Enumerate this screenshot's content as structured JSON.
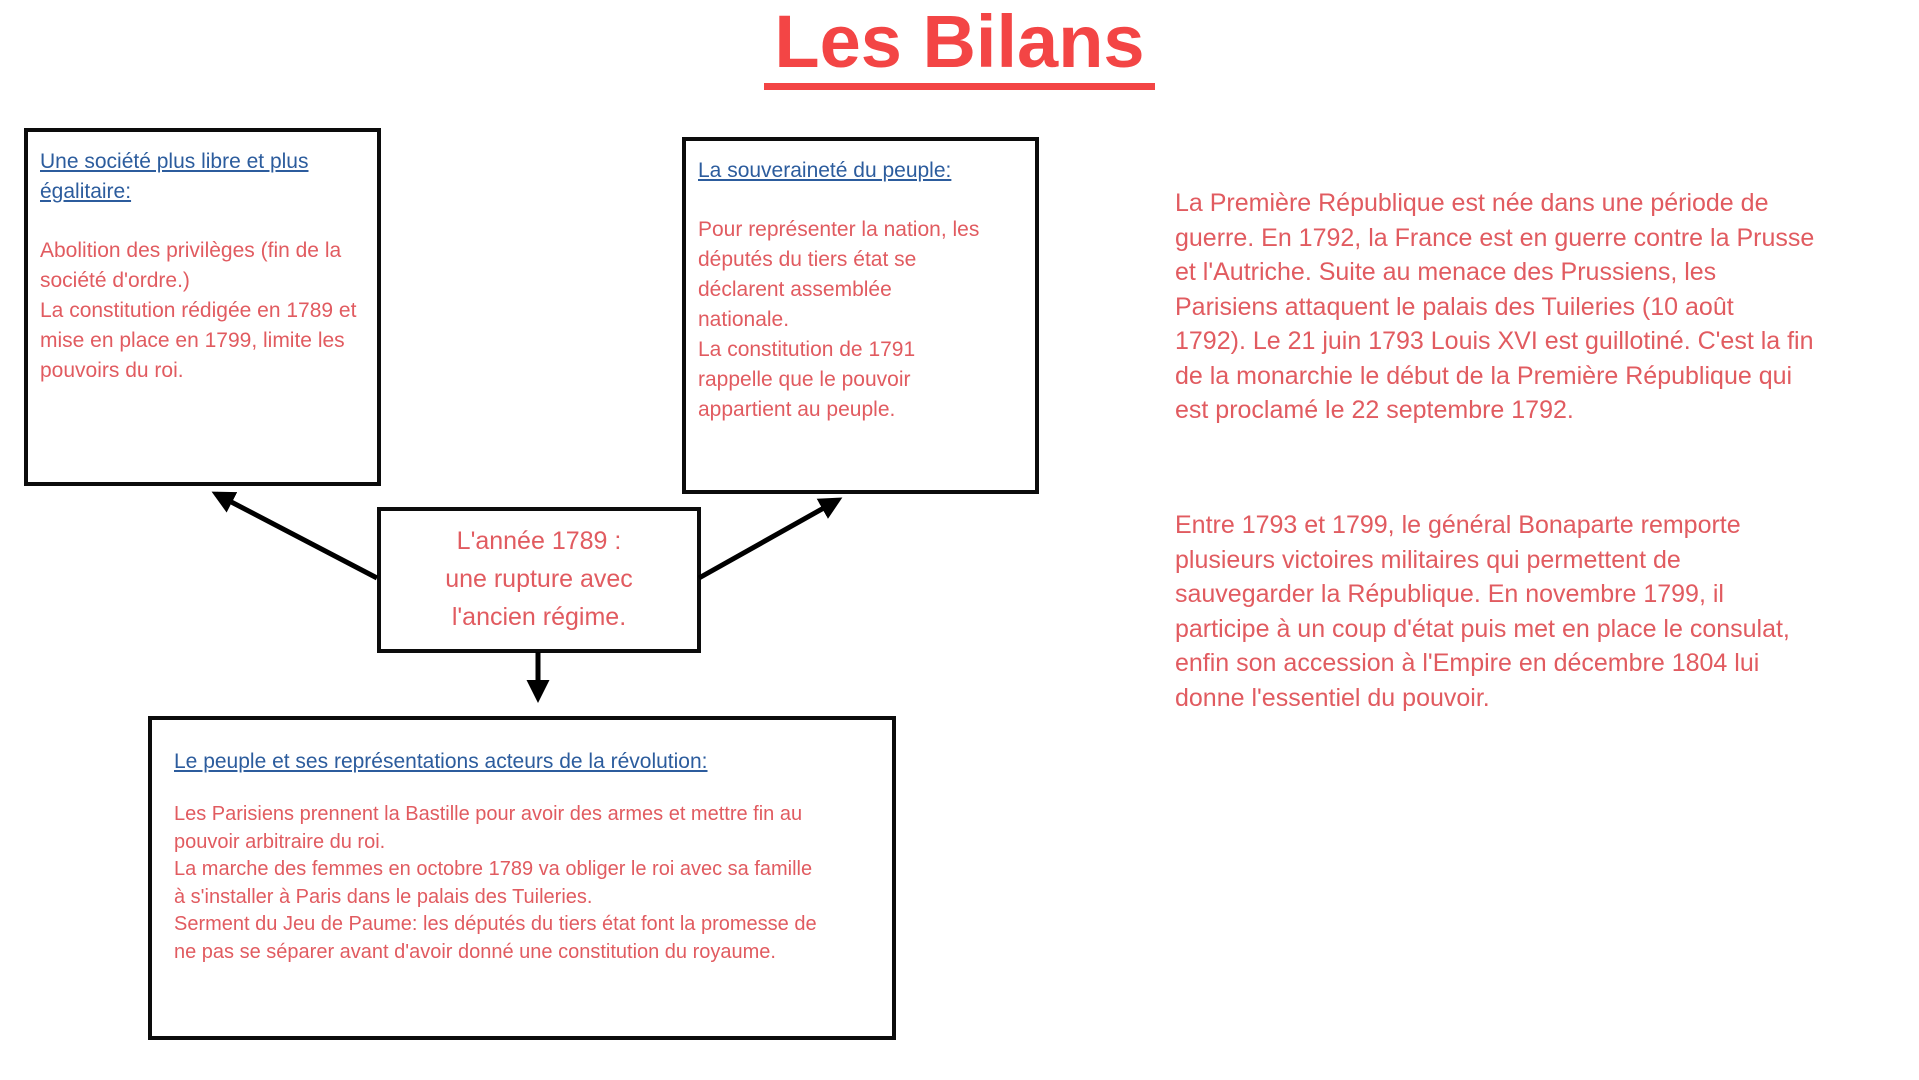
{
  "page": {
    "title": "Les Bilans"
  },
  "colors": {
    "title_red": "#f34545",
    "body_red": "#e15b60",
    "heading_blue": "#2c5c9d",
    "box_border": "#0c0c0c",
    "arrow": "#000000",
    "background": "#ffffff"
  },
  "boxes": {
    "society": {
      "heading": "Une société plus libre et plus\négalitaire:",
      "body": "Abolition des privilèges (fin de la\nsociété d'ordre.)\nLa constitution rédigée en 1789 et\nmise en place en 1799, limite les\npouvoirs du roi."
    },
    "sovereignty": {
      "heading": "La souveraineté du peuple:",
      "body": "Pour représenter la nation, les\ndéputés du tiers état se\ndéclarent assemblée\nnationale.\nLa constitution de 1791\nrappelle que le pouvoir\nappartient au peuple."
    },
    "center": {
      "body": "L'année 1789 :\nune rupture avec\nl'ancien régime."
    },
    "people": {
      "heading": "Le peuple et ses représentations acteurs de la révolution:",
      "body": "Les Parisiens prennent la Bastille pour avoir des armes et mettre fin au\npouvoir arbitraire du roi.\nLa marche des femmes en octobre 1789 va obliger le roi avec sa famille\nà s'installer à Paris dans le palais des Tuileries.\nSerment du Jeu de Paume: les députés du tiers état font la promesse de\nne pas se séparer avant d'avoir donné une constitution du royaume."
    }
  },
  "paragraphs": {
    "republic": "La Première République est née dans une période de\nguerre. En 1792, la France est en guerre contre la Prusse\net l'Autriche. Suite au menace des Prussiens, les\nParisiens attaquent le palais des Tuileries (10 août\n1792). Le 21 juin 1793 Louis XVI est guillotiné. C'est la fin\nde la monarchie le début de la Première République qui\nest proclamé le 22 septembre 1792.",
    "bonaparte": "Entre 1793 et 1799, le général Bonaparte remporte\nplusieurs victoires militaires qui permettent de\nsauvegarder la République. En novembre 1799, il\nparticipe à un coup d'état puis met en place le consulat,\nenfin son accession à l'Empire en décembre 1804 lui\ndonne l'essentiel du pouvoir."
  },
  "connections": [
    {
      "from": "annee-1789",
      "to": "societe-plus-libre"
    },
    {
      "from": "annee-1789",
      "to": "souverainete-du-peuple"
    },
    {
      "from": "annee-1789",
      "to": "peuple-et-representations"
    }
  ]
}
